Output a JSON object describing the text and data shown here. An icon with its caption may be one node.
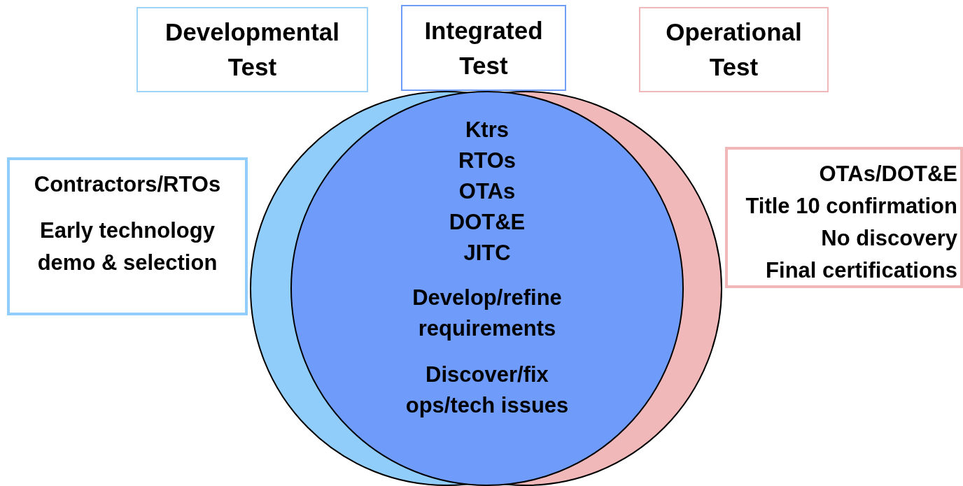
{
  "diagram": {
    "nodes": [
      {
        "text": [
          "Developmental Test"
        ]
      },
      {
        "text": [
          "Integrated Test"
        ]
      },
      {
        "text": [
          "Operational Test"
        ]
      },
      {
        "text": [
          "Contractors/RTOs",
          "Early technology demo & selection"
        ]
      },
      {
        "text": [
          "OTAs/DOT&E",
          "Title 10 confirmation",
          "No discovery",
          "Final certifications"
        ]
      },
      {
        "text": [],
        "shape": "circle"
      },
      {
        "text": [],
        "shape": "circle"
      },
      {
        "text": [
          "Ktrs",
          "RTOs",
          "OTAs",
          "DOT&E",
          "JITC",
          "Develop/refine requirements",
          "Discover/fix ops/tech issues"
        ]
      }
    ],
    "edges": []
  }
}
